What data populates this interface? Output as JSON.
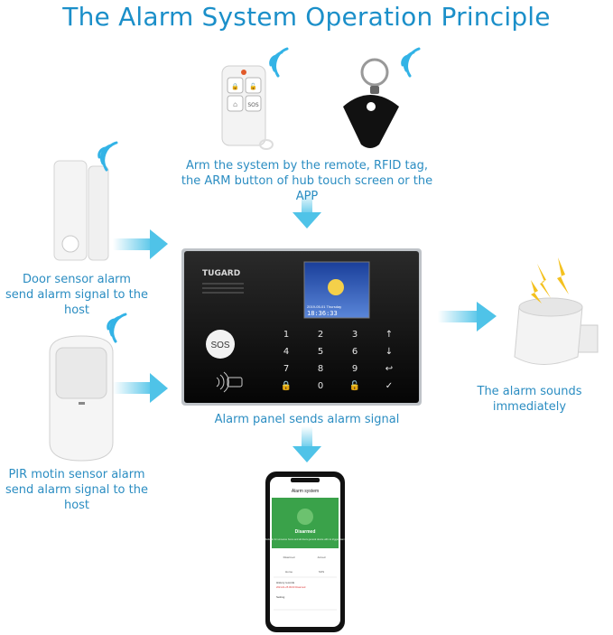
{
  "title": "The Alarm System Operation Principle",
  "captions": {
    "arm": [
      "Arm the system by the remote, RFID tag,",
      "the ARM button of hub touch screen or the APP"
    ],
    "door": [
      "Door sensor alarm",
      "send alarm signal to the host"
    ],
    "pir": [
      "PIR motin sensor alarm",
      "send alarm signal to the host"
    ],
    "panel": "Alarm panel sends alarm signal",
    "siren": "The alarm sounds immediately"
  },
  "panel": {
    "brand": "TUGARD",
    "sos": "SOS",
    "keys": [
      "1",
      "2",
      "3",
      "↑",
      "4",
      "5",
      "6",
      "↓",
      "7",
      "8",
      "9",
      "↩",
      "🔒",
      "0",
      "🔓",
      "✓"
    ],
    "screen_date": "2019-05-01 Thursday",
    "screen_time": "18:36:33"
  },
  "phone": {
    "app_title": "Alarm system",
    "status": "Disarmed",
    "status_note": "Suitable for someone home and all doors general device will not trigger alarm",
    "mode_labels": [
      "Disarmed",
      "Armed",
      "Home",
      "SOS"
    ],
    "history": "History records",
    "history_note": "2021-01-25 09:00 Disarmed",
    "settings": "Setting"
  },
  "remote_buttons": [
    "🔒",
    "🔓",
    "⌂",
    "SOS"
  ],
  "colors": {
    "accent": "#1b8fc9",
    "arrow": "#4fc3e8",
    "phone_green": "#3aa24a"
  }
}
